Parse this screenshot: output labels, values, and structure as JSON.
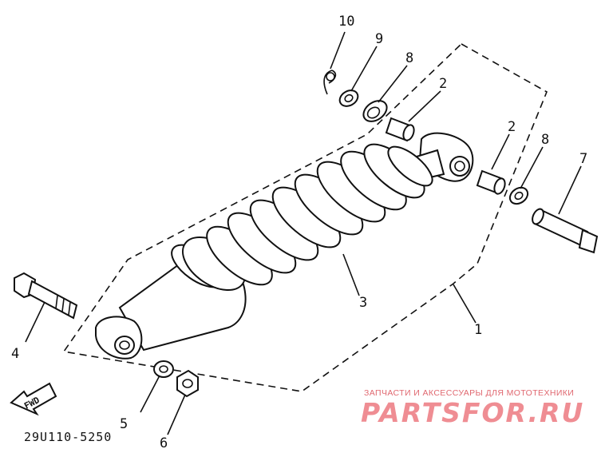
{
  "callouts": [
    {
      "key": "p10",
      "label": "10"
    },
    {
      "key": "p9",
      "label": "9"
    },
    {
      "key": "p8a",
      "label": "8"
    },
    {
      "key": "p2a",
      "label": "2"
    },
    {
      "key": "p2b",
      "label": "2"
    },
    {
      "key": "p8b",
      "label": "8"
    },
    {
      "key": "p7",
      "label": "7"
    },
    {
      "key": "p4",
      "label": "4"
    },
    {
      "key": "p3",
      "label": "3"
    },
    {
      "key": "p1",
      "label": "1"
    },
    {
      "key": "p5",
      "label": "5"
    },
    {
      "key": "p6",
      "label": "6"
    }
  ],
  "arrow_label": "FWD",
  "diagram_code": "29U110-5250",
  "watermark": {
    "tagline": "ЗАПЧАСТИ И АКСЕССУАРЫ ДЛЯ МОТОТЕХНИКИ",
    "logo": "PARTSFOR.RU",
    "color": "#e06870"
  }
}
